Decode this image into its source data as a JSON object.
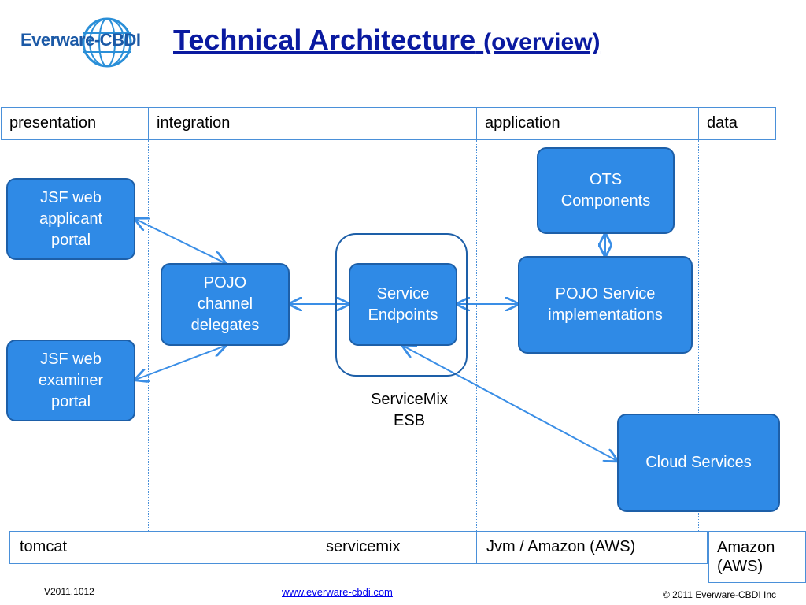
{
  "logo": {
    "text": "Everware-CBDI"
  },
  "title": {
    "main": "Technical Architecture",
    "sub": "(overview)"
  },
  "layers": [
    "presentation",
    "integration",
    "application",
    "data"
  ],
  "platforms": [
    "tomcat",
    "servicemix",
    "Jvm / Amazon (AWS)",
    "Amazon (AWS)"
  ],
  "nodes": {
    "jsf_applicant": "JSF web applicant portal",
    "jsf_examiner": "JSF web examiner portal",
    "pojo_channel": "POJO channel delegates",
    "service_endpoints": "Service Endpoints",
    "ots_components": "OTS Components",
    "pojo_service": "POJO Service implementations",
    "cloud_services": "Cloud Services"
  },
  "esb_label": "ServiceMix ESB",
  "footer": {
    "version": "V2011.1012",
    "website": "www.everware-cbdi.com",
    "copyright": "© 2011 Everware-CBDI Inc"
  },
  "colors": {
    "node_fill": "#2f8ae6",
    "node_border": "#1d5fa8",
    "connector": "#3a8ee6",
    "title": "#0a1aa0",
    "table_border": "#4a90d9"
  }
}
